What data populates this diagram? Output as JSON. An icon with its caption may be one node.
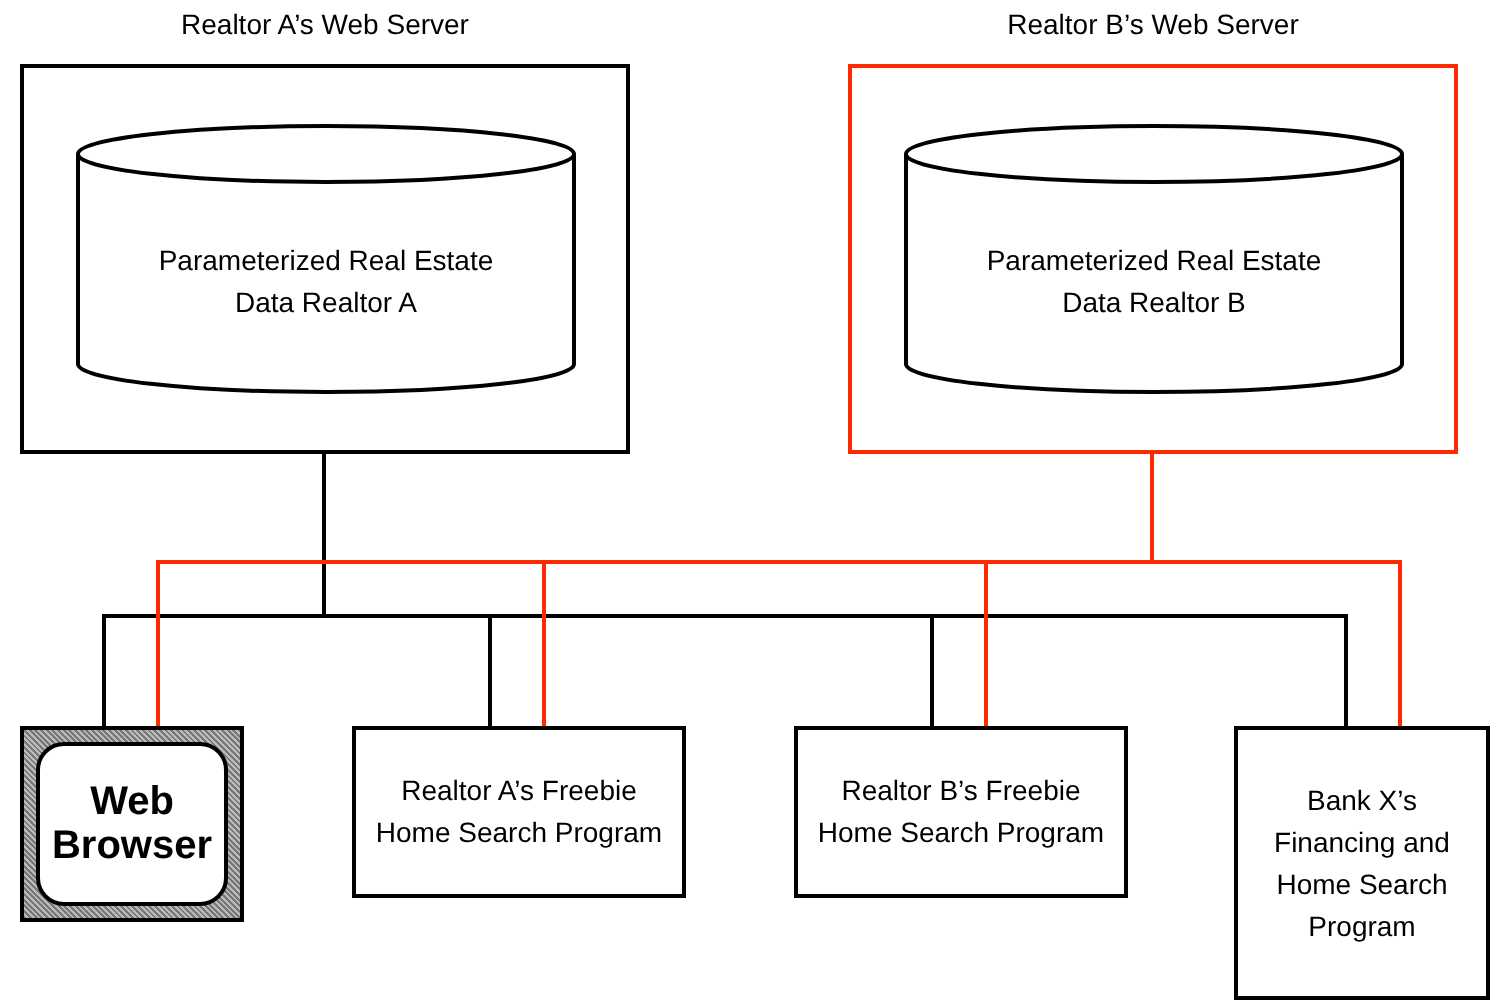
{
  "diagram": {
    "nodes": [
      {
        "text": [
          "Realtor A’s Web Server"
        ]
      },
      {
        "text": [
          "Parameterized Real Estate Data Realtor A"
        ],
        "in": 0
      },
      {
        "text": [
          "Realtor B’s Web Server"
        ]
      },
      {
        "text": [
          "Parameterized Real Estate Data Realtor B"
        ],
        "in": 2
      },
      {
        "text": [
          "Web Browser"
        ]
      },
      {
        "text": [
          "Realtor A’s Freebie Home Search Program"
        ]
      },
      {
        "text": [
          "Realtor B’s Freebie Home Search Program"
        ]
      },
      {
        "text": [
          "Bank X’s Financing and Home Search Program"
        ]
      }
    ],
    "edges": [
      {
        "from": 0,
        "to": 4,
        "arrow": "none"
      },
      {
        "from": 0,
        "to": 5,
        "arrow": "none"
      },
      {
        "from": 0,
        "to": 6,
        "arrow": "none"
      },
      {
        "from": 0,
        "to": 7,
        "arrow": "none"
      },
      {
        "from": 2,
        "to": 4,
        "arrow": "none",
        "color": "#ff2a00"
      },
      {
        "from": 2,
        "to": 5,
        "arrow": "none",
        "color": "#ff2a00"
      },
      {
        "from": 2,
        "to": 6,
        "arrow": "none",
        "color": "#ff2a00"
      },
      {
        "from": 2,
        "to": 7,
        "arrow": "none",
        "color": "#ff2a00"
      }
    ]
  }
}
